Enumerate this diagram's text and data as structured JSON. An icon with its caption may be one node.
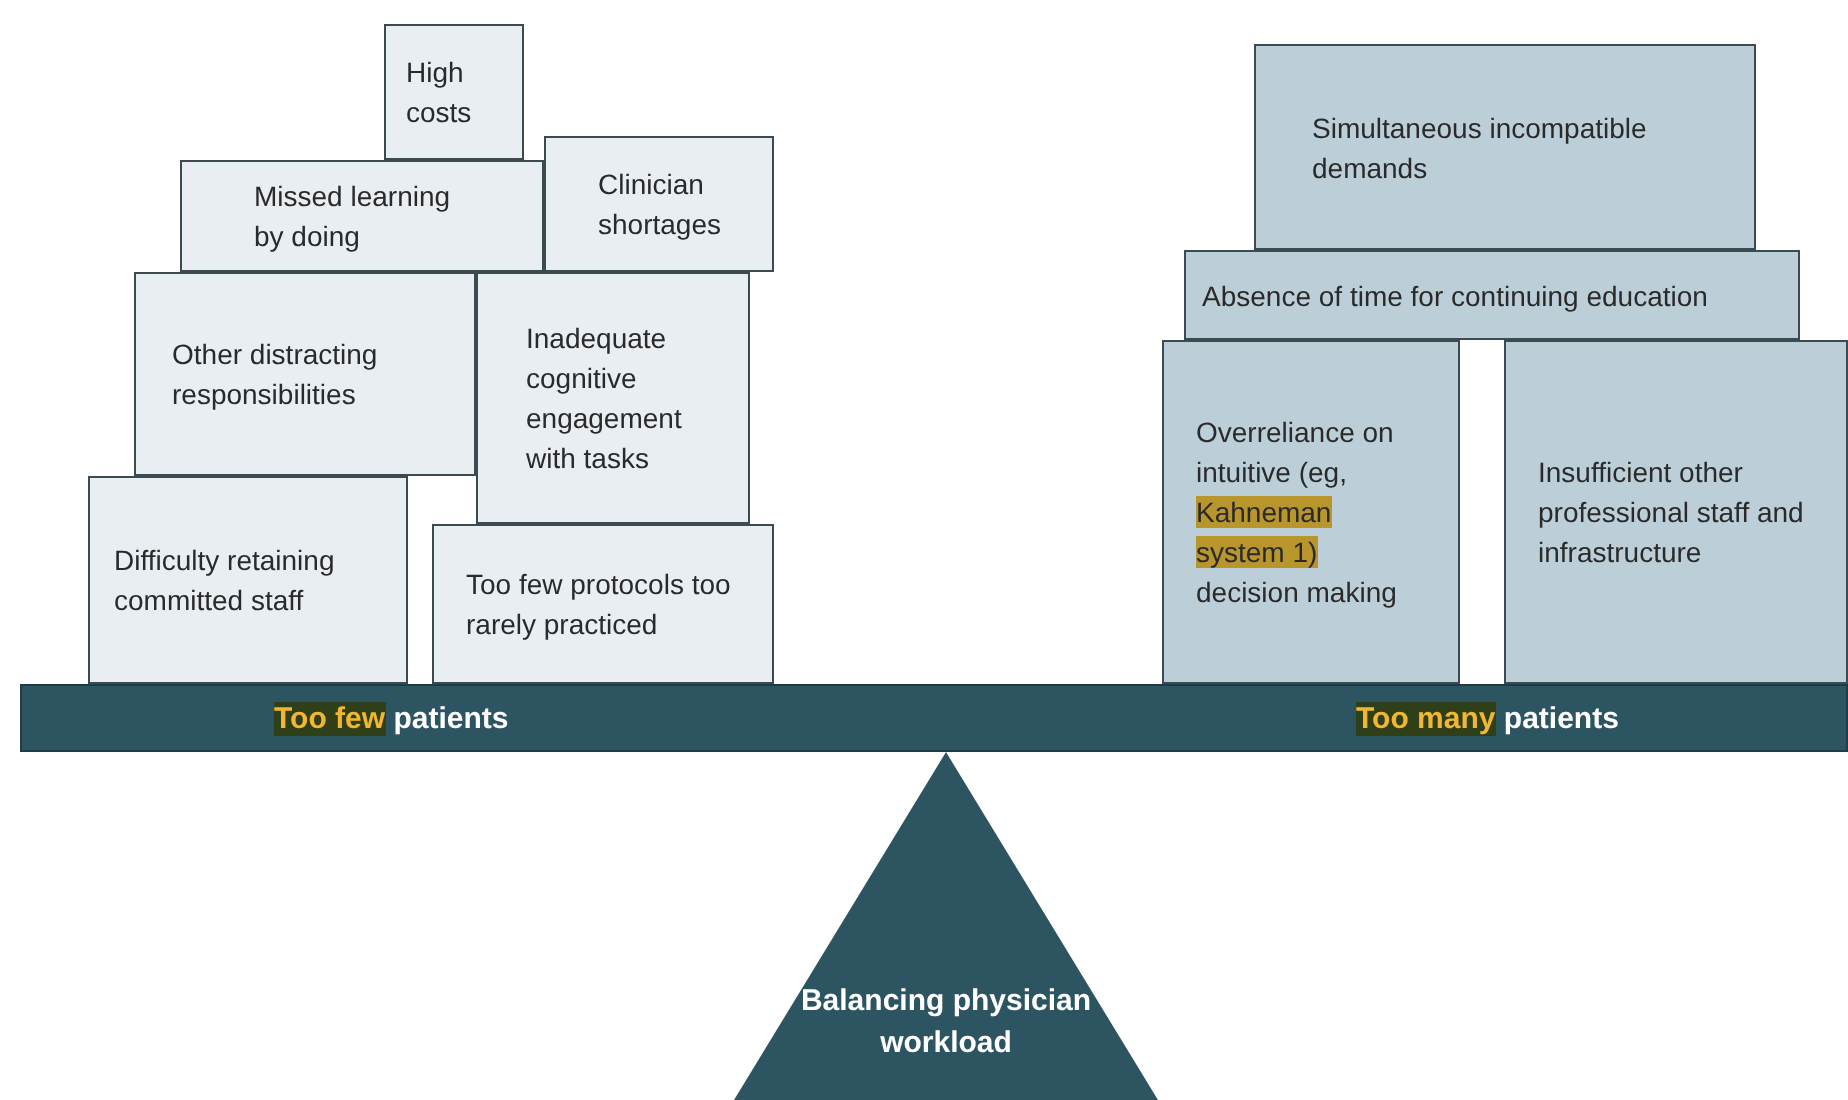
{
  "diagram": {
    "nodes": [
      {
        "text": [
          "High costs"
        ]
      },
      {
        "text": [
          "Missed learning by doing"
        ]
      },
      {
        "text": [
          "Clinician shortages"
        ]
      },
      {
        "text": [
          "Other distracting responsibilities"
        ]
      },
      {
        "text": [
          "Inadequate cognitive engagement with tasks"
        ]
      },
      {
        "text": [
          "Difficulty retaining committed staff"
        ]
      },
      {
        "text": [
          "Too few protocols too rarely practiced"
        ]
      },
      {
        "text": [
          "Simultaneous incompatible demands"
        ]
      },
      {
        "text": [
          "Absence of time for continuing education"
        ]
      },
      {
        "text": [
          "Overreliance on intuitive (eg, *Kahneman system 1)* decision making"
        ]
      },
      {
        "text": [
          "Insufficient other professional staff and infrastructure"
        ]
      },
      {
        "text": [
          "*Too few* patients",
          "*Too many* patients"
        ]
      },
      {
        "text": [
          "Balancing physician workload"
        ]
      }
    ]
  }
}
